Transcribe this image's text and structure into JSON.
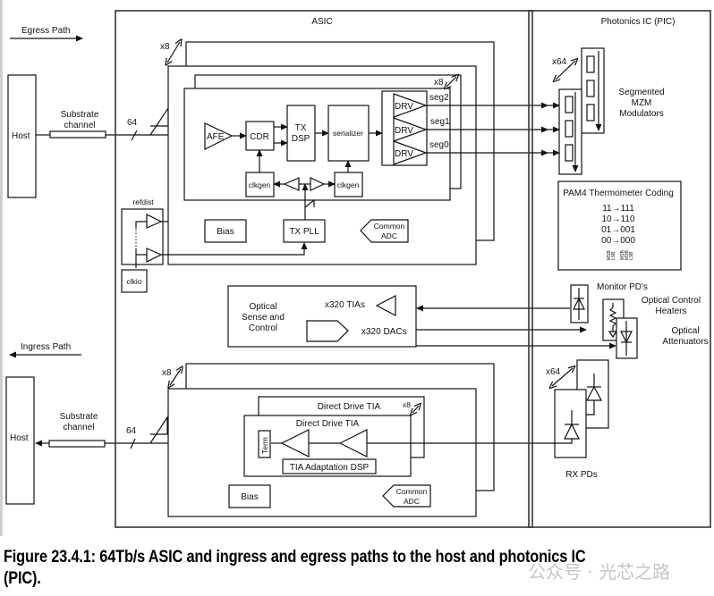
{
  "figure": {
    "caption": "Figure 23.4.1: 64Tb/s ASIC and ingress and egress paths to the host and photonics IC (PIC).",
    "watermark": "公众号 · 光芯之路"
  },
  "paths": {
    "egress": "Egress Path",
    "ingress": "Ingress Path"
  },
  "host": {
    "egress_label": "Host",
    "ingress_label": "Host",
    "channel_label_line1": "Substrate",
    "channel_label_line2": "channel",
    "bus_width": "64"
  },
  "asic": {
    "title": "ASIC",
    "egress": {
      "outer_multiplicity": "x8",
      "inner_multiplicity": "x8",
      "blocks": {
        "afe": "AFE",
        "cdr": "CDR",
        "tx_dsp_line1": "TX",
        "tx_dsp_line2": "DSP",
        "serializer": "serializer",
        "clkgen_left": "clkgen",
        "clkgen_right": "clkgen",
        "bias": "Bias",
        "tx_pll": "TX PLL",
        "common_adc_line1": "Common",
        "common_adc_line2": "ADC"
      },
      "drivers": [
        {
          "label": "DRV",
          "segment": "seg2"
        },
        {
          "label": "DRV",
          "segment": "seg1"
        },
        {
          "label": "DRV",
          "segment": "seg0"
        }
      ]
    },
    "refdist": {
      "title": "refdist",
      "clkio": "clkio"
    },
    "optical_control": {
      "title_line1": "Optical",
      "title_line2": "Sense and",
      "title_line3": "Control",
      "tias": "x320 TIAs",
      "dacs": "x320 DACs"
    },
    "ingress": {
      "outer_multiplicity": "x8",
      "inner_multiplicity": "x8",
      "tia_back_title": "Direct Drive TIA",
      "tia_front_title": "Direct Drive TIA",
      "term": "Term",
      "tia_dsp": "TIA Adaptation DSP",
      "bias": "Bias",
      "common_adc_line1": "Common",
      "common_adc_line2": "ADC"
    }
  },
  "pic": {
    "title": "Photonics IC (PIC)",
    "modulator_multiplicity": "x64",
    "modulators_line1": "Segmented",
    "modulators_line2": "MZM",
    "modulators_line3": "Modulators",
    "pam4": {
      "title": "PAM4 Thermometer Coding",
      "rows": [
        "11→111",
        "10→110",
        "01→001",
        "00→000"
      ],
      "bit_labels_left": [
        "MSB",
        "LSB"
      ],
      "bit_labels_right": [
        "MSB",
        "MSB",
        "LSB"
      ]
    },
    "monitor_pds": "Monitor PD's",
    "heaters_line1": "Optical Control",
    "heaters_line2": "Heaters",
    "attenuators_line1": "Optical",
    "attenuators_line2": "Attenuators",
    "rx_multiplicity": "x64",
    "rx_pds": "RX PDs"
  }
}
